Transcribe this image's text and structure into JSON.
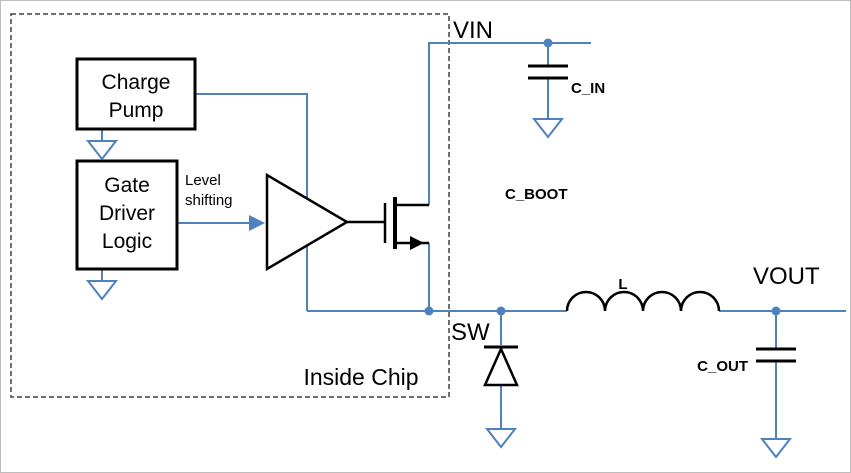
{
  "diagram": {
    "chip_region_label": "Inside Chip",
    "blocks": {
      "charge_pump": {
        "line1": "Charge",
        "line2": "Pump"
      },
      "gate_driver": {
        "line1": "Gate",
        "line2": "Driver",
        "line3": "Logic"
      },
      "level_shifting": {
        "line1": "Level",
        "line2": "shifting"
      }
    },
    "nets": {
      "vin": "VIN",
      "sw": "SW",
      "vout": "VOUT"
    },
    "components": {
      "c_in": "C_IN",
      "c_boot": "C_BOOT",
      "c_out": "C_OUT",
      "inductor": "L"
    },
    "colors": {
      "wire": "#4f81bd",
      "symbol_outline": "#000000",
      "label_text": "#000000",
      "background": "#ffffff"
    }
  }
}
